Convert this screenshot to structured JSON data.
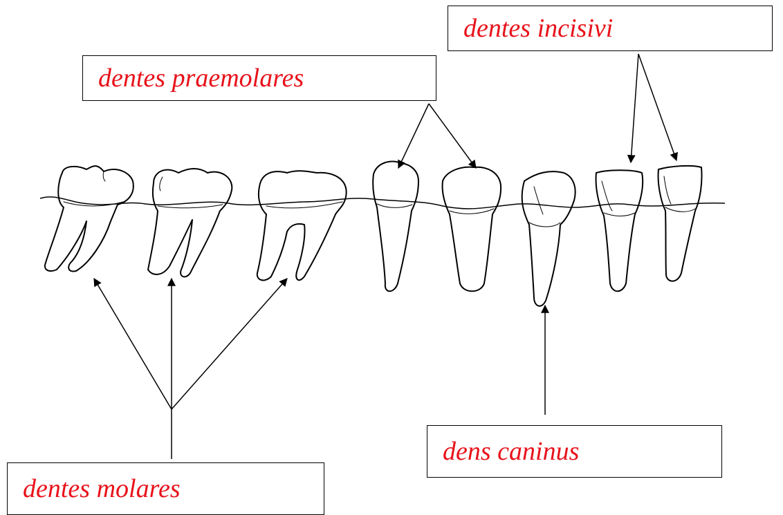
{
  "labels": {
    "incisivi": "dentes incisivi",
    "praemolares": "dentes praemolares",
    "caninus": "dens caninus",
    "molares": "dentes molares"
  },
  "colors": {
    "label_text": "#e8121b",
    "line": "#000000",
    "background": "#ffffff"
  }
}
